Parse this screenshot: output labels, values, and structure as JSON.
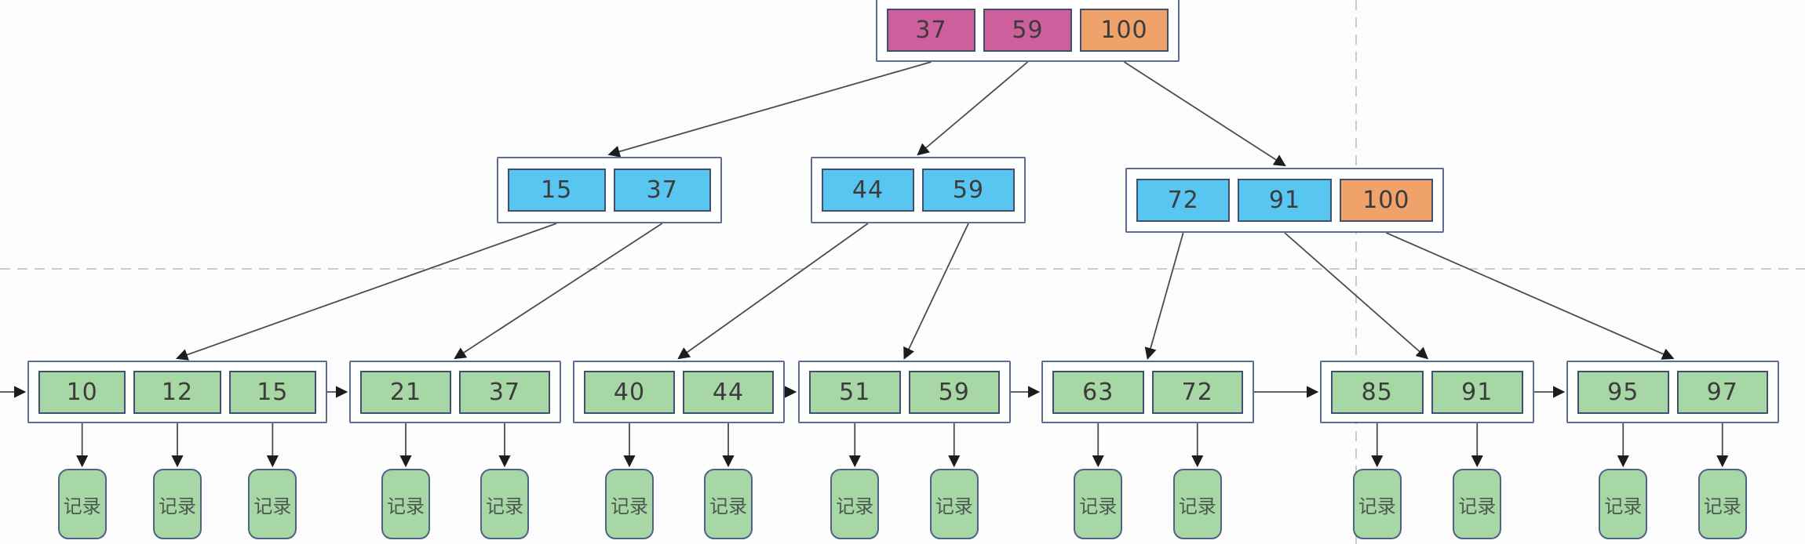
{
  "diagram": {
    "type": "b-plus-tree",
    "record_label": "记录",
    "palette": {
      "pink": "#cd5f9d",
      "orange": "#efa26a",
      "blue": "#58c6f0",
      "green": "#a6d7a5"
    },
    "guide_color": "#cbcbcb",
    "arrow_color": "#4c4c4c",
    "levels": {
      "root": {
        "nodes": [
          {
            "cells": [
              {
                "value": "37",
                "color": "pink"
              },
              {
                "value": "59",
                "color": "pink"
              },
              {
                "value": "100",
                "color": "orange"
              }
            ]
          }
        ]
      },
      "internal": {
        "nodes": [
          {
            "cells": [
              {
                "value": "15",
                "color": "blue"
              },
              {
                "value": "37",
                "color": "blue"
              }
            ]
          },
          {
            "cells": [
              {
                "value": "44",
                "color": "blue"
              },
              {
                "value": "59",
                "color": "blue"
              }
            ]
          },
          {
            "cells": [
              {
                "value": "72",
                "color": "blue"
              },
              {
                "value": "91",
                "color": "blue"
              },
              {
                "value": "100",
                "color": "orange"
              }
            ]
          }
        ]
      },
      "leaves": {
        "nodes": [
          {
            "cells": [
              {
                "value": "10",
                "color": "green"
              },
              {
                "value": "12",
                "color": "green"
              },
              {
                "value": "15",
                "color": "green"
              }
            ]
          },
          {
            "cells": [
              {
                "value": "21",
                "color": "green"
              },
              {
                "value": "37",
                "color": "green"
              }
            ]
          },
          {
            "cells": [
              {
                "value": "40",
                "color": "green"
              },
              {
                "value": "44",
                "color": "green"
              }
            ]
          },
          {
            "cells": [
              {
                "value": "51",
                "color": "green"
              },
              {
                "value": "59",
                "color": "green"
              }
            ]
          },
          {
            "cells": [
              {
                "value": "63",
                "color": "green"
              },
              {
                "value": "72",
                "color": "green"
              }
            ]
          },
          {
            "cells": [
              {
                "value": "85",
                "color": "green"
              },
              {
                "value": "91",
                "color": "green"
              }
            ]
          },
          {
            "cells": [
              {
                "value": "95",
                "color": "green"
              },
              {
                "value": "97",
                "color": "green"
              }
            ]
          }
        ]
      }
    },
    "edges": {
      "root_to_internal": [
        {
          "cell": 0,
          "child": 0
        },
        {
          "cell": 1,
          "child": 1
        },
        {
          "cell": 2,
          "child": 2
        }
      ],
      "internal_to_leaf": [
        {
          "node": 0,
          "cell": 0,
          "leaf": 0
        },
        {
          "node": 0,
          "cell": 1,
          "leaf": 1
        },
        {
          "node": 1,
          "cell": 0,
          "leaf": 2
        },
        {
          "node": 1,
          "cell": 1,
          "leaf": 3
        },
        {
          "node": 2,
          "cell": 0,
          "leaf": 4
        },
        {
          "node": 2,
          "cell": 1,
          "leaf": 5
        },
        {
          "node": 2,
          "cell": 2,
          "leaf": 6
        }
      ],
      "leaf_chain": [
        {
          "from": 0,
          "to": 1
        },
        {
          "from": 2,
          "to": 3
        },
        {
          "from": 3,
          "to": 4
        },
        {
          "from": 4,
          "to": 5
        },
        {
          "from": 5,
          "to": 6
        }
      ],
      "entry_arrow_from_left_edge": true,
      "record_under_every_leaf_cell": true
    }
  }
}
